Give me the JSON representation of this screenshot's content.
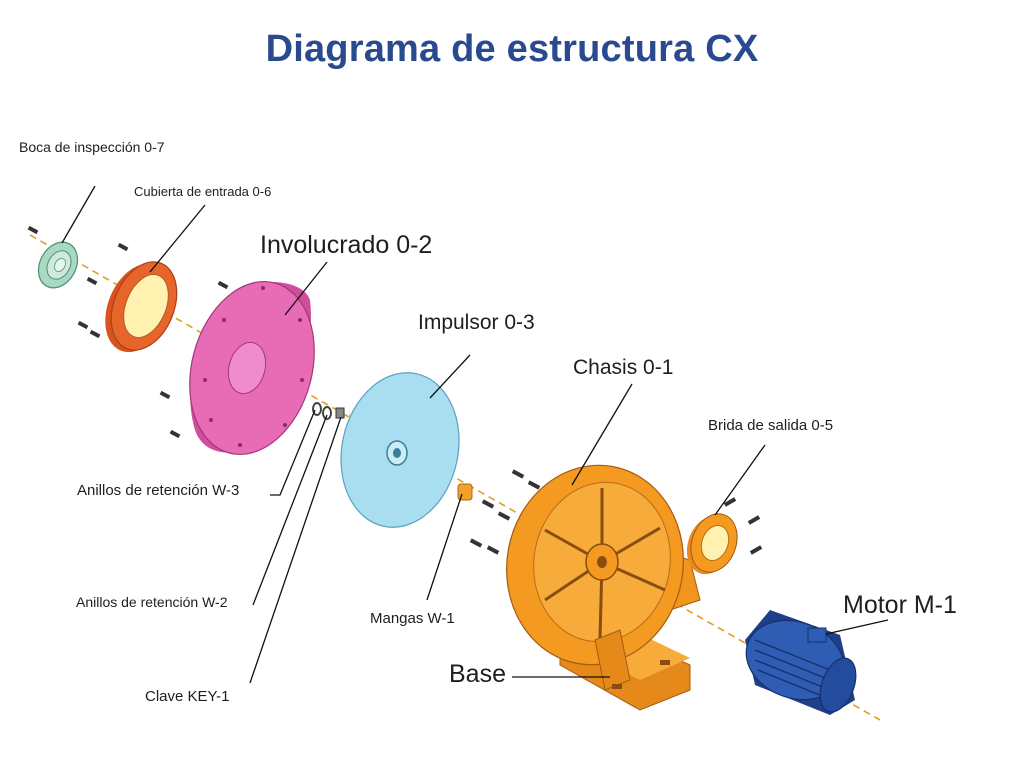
{
  "title": "Diagrama de estructura CX",
  "colors": {
    "title": "#2a4a8f",
    "inspection_port": "#a9d8c3",
    "inlet_cover": "#e5652a",
    "inlet_cover_face": "#fff2b0",
    "casing": "#e76bb5",
    "impeller": "#a9def0",
    "chassis": "#f59a20",
    "motor": "#2f5db3",
    "sleeve": "#f3a127"
  },
  "labels": {
    "inspection_port": "Boca de inspección 0-7",
    "inlet_cover": "Cubierta de entrada 0-6",
    "casing": "Involucrado 0-2",
    "impeller": "Impulsor 0-3",
    "chassis": "Chasis 0-1",
    "outlet_flange": "Brida de salida 0-5",
    "retaining_rings_w3": "Anillos de retención W-3",
    "retaining_rings_w2": "Anillos de retención W-2",
    "key": "Clave KEY-1",
    "sleeves": "Mangas W-1",
    "base": "Base",
    "motor": "Motor M-1"
  }
}
